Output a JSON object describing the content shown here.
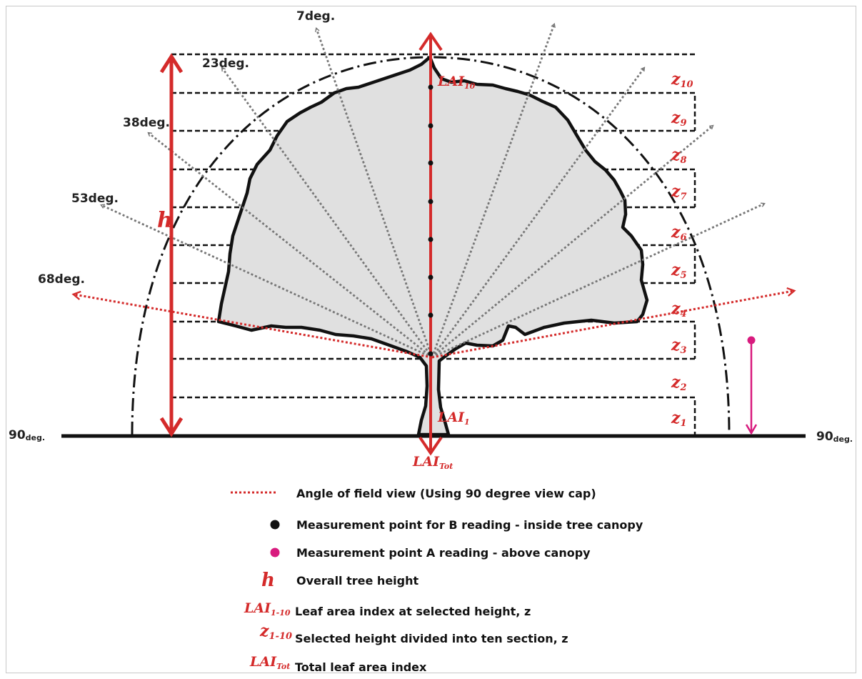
{
  "angle_labels": {
    "a7": "7deg.",
    "a23": "23deg.",
    "a38": "38deg.",
    "a53": "53deg.",
    "a68": "68deg.",
    "a90_left": "90",
    "a90_left_unit": "deg.",
    "a90_right": "90",
    "a90_right_unit": "deg."
  },
  "zones": [
    {
      "base": "z",
      "sub": "10"
    },
    {
      "base": "z",
      "sub": "9"
    },
    {
      "base": "z",
      "sub": "8"
    },
    {
      "base": "z",
      "sub": "7"
    },
    {
      "base": "z",
      "sub": "6"
    },
    {
      "base": "z",
      "sub": "5"
    },
    {
      "base": "z",
      "sub": "4"
    },
    {
      "base": "z",
      "sub": "3"
    },
    {
      "base": "z",
      "sub": "2"
    },
    {
      "base": "z",
      "sub": "1"
    }
  ],
  "labels": {
    "h": "h",
    "lai10_base": "LAI",
    "lai10_sub": "10",
    "lai1_base": "LAI",
    "lai1_sub": "1",
    "laitot_base": "LAI",
    "laitot_sub": "Tot"
  },
  "legend": {
    "field_view": "Angle of field view (Using 90 degree view cap)",
    "point_b": "Measurement point for B reading - inside tree canopy",
    "point_a": "Measurement point A reading - above canopy",
    "h_sym": "h",
    "h_text": "Overall tree height",
    "lai_sym_base": "LAI",
    "lai_sym_sub": "1-10",
    "lai_text": "Leaf area index at selected height, z",
    "z_sym_base": "z",
    "z_sym_sub": "1-10",
    "z_text": "Selected height divided into ten section, z",
    "tot_sym_base": "LAI",
    "tot_sym_sub": "Tot",
    "tot_text": "Total leaf area index"
  },
  "colors": {
    "red": "#d42a2a",
    "grey_arrow": "#777777",
    "canopy_fill": "#e0e0e0",
    "magenta": "#d81b7e",
    "black": "#111111"
  }
}
